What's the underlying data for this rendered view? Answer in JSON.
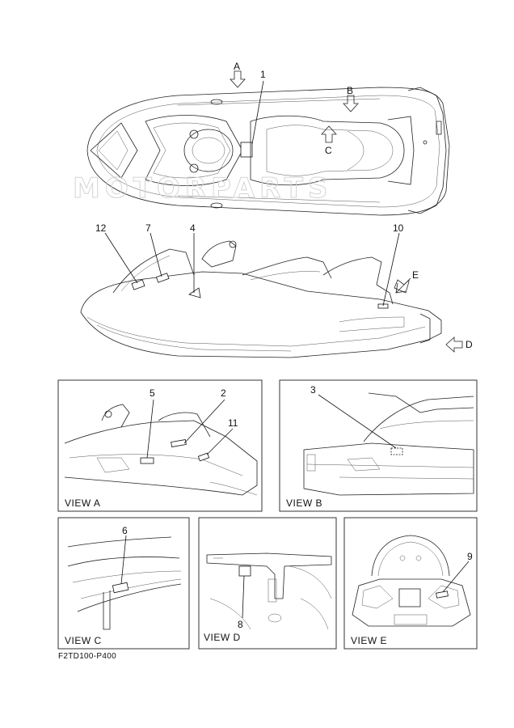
{
  "figure_code": "F2TD100-P400",
  "view_arrows": {
    "a": "A",
    "b": "B",
    "c": "C",
    "d": "D",
    "e": "E"
  },
  "callouts": {
    "n1": "1",
    "n2": "2",
    "n3": "3",
    "n4": "4",
    "n5": "5",
    "n6": "6",
    "n7": "7",
    "n8": "8",
    "n9": "9",
    "n10": "10",
    "n11": "11",
    "n12": "12"
  },
  "views": {
    "a": "VIEW A",
    "b": "VIEW B",
    "c": "VIEW C",
    "d": "VIEW D",
    "e": "VIEW E"
  }
}
